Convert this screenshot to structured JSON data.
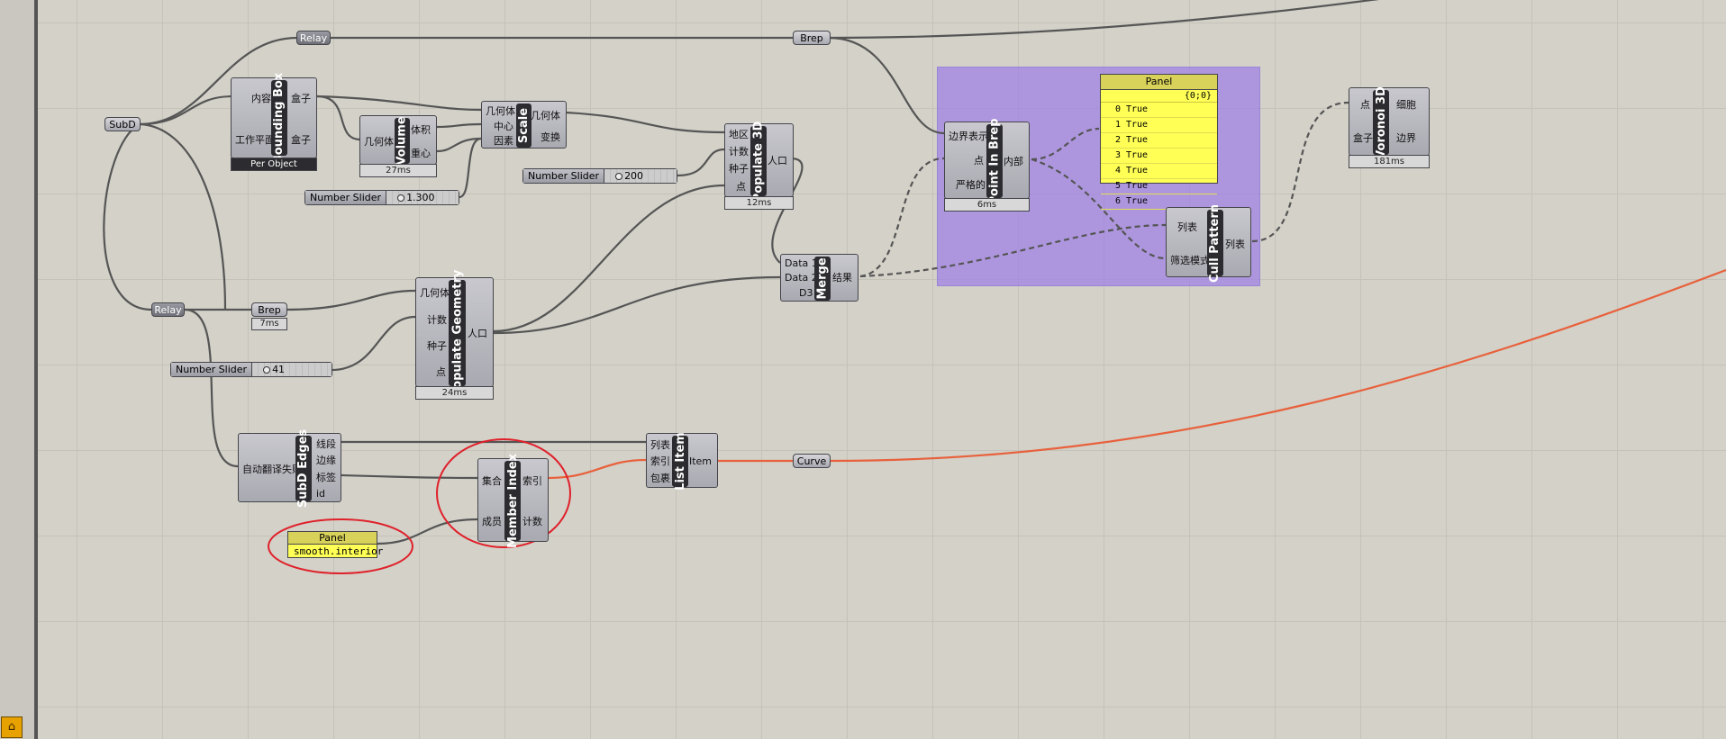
{
  "colors": {
    "canvas": "#d3d1c8",
    "group": "#a082e6",
    "panel": "#ffff56",
    "red_wire": "#e8613c",
    "annotation": "#e0202a"
  },
  "relays": {
    "top": "Relay",
    "left": "Relay"
  },
  "params": {
    "subd": "SubD",
    "brep_top": "Brep",
    "brep_left": "Brep",
    "brep_left_time": "7ms",
    "curve": "Curve"
  },
  "bbox": {
    "name": "Bounding Box",
    "in1": "内容",
    "in2": "工作平面",
    "out1": "盒子",
    "out2": "盒子",
    "info": "Per Object"
  },
  "volume": {
    "name": "Volume",
    "in1": "几何体",
    "out1": "体积",
    "out2": "重心",
    "info": "27ms"
  },
  "scale": {
    "name": "Scale",
    "in1": "几何体",
    "in2": "中心",
    "in3": "因素",
    "out1": "几何体",
    "out2": "变换"
  },
  "sliders": {
    "s1": {
      "label": "Number Slider",
      "value": "1.300"
    },
    "s2": {
      "label": "Number Slider",
      "value": "200"
    },
    "s3": {
      "label": "Number Slider",
      "value": "41"
    }
  },
  "pop3d": {
    "name": "Populate 3D",
    "in1": "地区",
    "in2": "计数",
    "in3": "种子",
    "in4": "点",
    "out1": "人口",
    "info": "12ms"
  },
  "popgeo": {
    "name": "Populate Geometry",
    "in1": "几何体",
    "in2": "计数",
    "in3": "种子",
    "in4": "点",
    "out1": "人口",
    "info": "24ms"
  },
  "merge": {
    "name": "Merge",
    "in1": "Data 1",
    "in2": "Data 2",
    "in3": "D3",
    "out1": "结果"
  },
  "pib": {
    "name": "Point In Brep",
    "in1": "边界表示",
    "in2": "点",
    "in3": "严格的",
    "out1": "内部",
    "info": "6ms"
  },
  "panel_result": {
    "title": "Panel",
    "path": "{0;0}",
    "rows": [
      {
        "i": "0",
        "v": "True"
      },
      {
        "i": "1",
        "v": "True"
      },
      {
        "i": "2",
        "v": "True"
      },
      {
        "i": "3",
        "v": "True"
      },
      {
        "i": "4",
        "v": "True"
      },
      {
        "i": "5",
        "v": "True"
      },
      {
        "i": "6",
        "v": "True"
      }
    ]
  },
  "cull": {
    "name": "Cull Pattern",
    "in1": "列表",
    "in2": "筛选模式",
    "out1": "列表"
  },
  "voronoi": {
    "name": "Voronoi 3D",
    "in1": "点",
    "in2": "盒子",
    "out1": "细胞",
    "out2": "边界",
    "info": "181ms"
  },
  "subdedges": {
    "name": "SubD Edges",
    "in1": "自动翻译失败",
    "out1": "线段",
    "out2": "边缘",
    "out3": "标签",
    "out4": "id"
  },
  "member": {
    "name": "Member Index",
    "in1": "集合",
    "in2": "成员",
    "out1": "索引",
    "out2": "计数"
  },
  "listitem": {
    "name": "List Item",
    "in1": "列表",
    "in2": "索引",
    "in3": "包裹",
    "out1": "Item"
  },
  "panel_text": {
    "title": "Panel",
    "text": "smooth.interior"
  }
}
